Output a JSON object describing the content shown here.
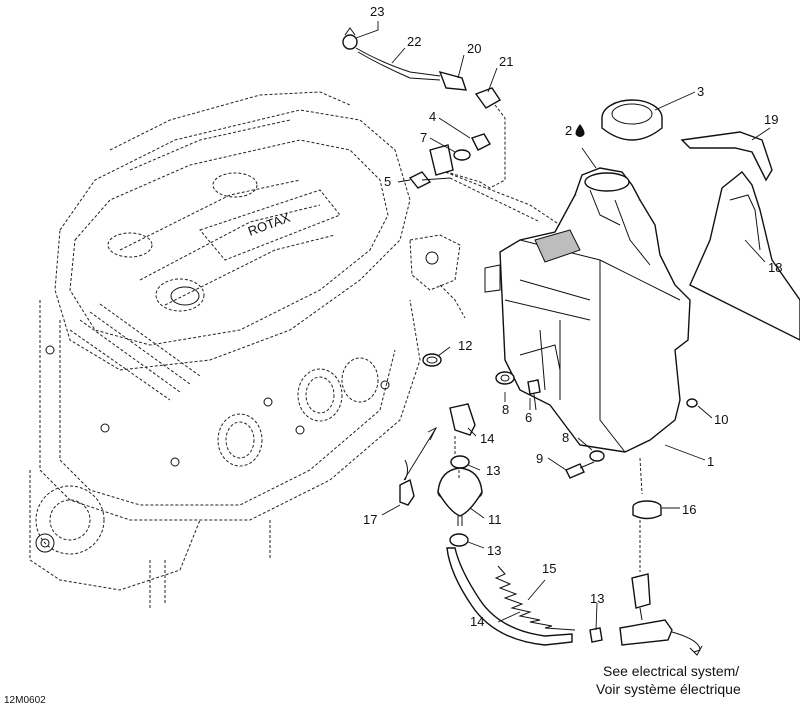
{
  "diagram": {
    "callouts": [
      "1",
      "2",
      "3",
      "4",
      "5",
      "6",
      "7",
      "8",
      "9",
      "10",
      "11",
      "12",
      "13",
      "14",
      "15",
      "16",
      "17",
      "18",
      "19",
      "20",
      "21",
      "22",
      "23"
    ],
    "oil_drop_symbol": "oil-drop-icon",
    "note_line1": "See electrical system/",
    "note_line2": "Voir système électrique",
    "drawing_code": "12M0602",
    "engine_logo_text": "ROTAX"
  }
}
